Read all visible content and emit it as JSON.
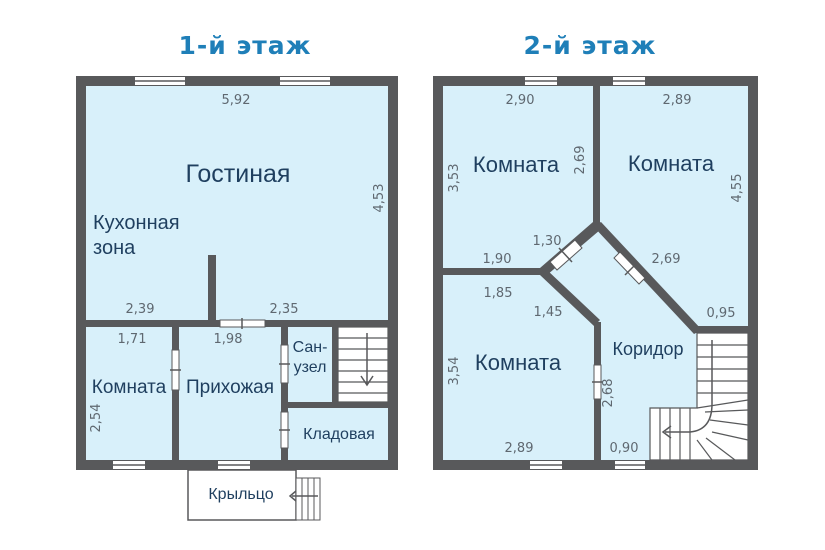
{
  "colors": {
    "wall": "#58595b",
    "floor": "#d8f0fa",
    "title": "#1f7fb8",
    "label": "#1f3f5f"
  },
  "floor1": {
    "title": "1-й этаж",
    "rooms": {
      "living": "Гостиная",
      "kitchen_line1": "Кухонная",
      "kitchen_line2": "зона",
      "room": "Комната",
      "hall": "Прихожая",
      "bath_line1": "Сан-",
      "bath_line2": "узел",
      "storage": "Кладовая",
      "porch": "Крыльцо"
    },
    "dims": {
      "top_width": "5,92",
      "living_height": "4,53",
      "kitchen_bottom": "2,39",
      "living_bottom": "2,35",
      "room_width": "1,71",
      "hall_width": "1,98",
      "room_height": "2,54"
    }
  },
  "floor2": {
    "title": "2-й этаж",
    "rooms": {
      "room_top_left": "Комната",
      "room_top_right": "Комната",
      "room_bottom": "Комната",
      "corridor": "Коридор"
    },
    "dims": {
      "tl_width": "2,90",
      "tl_height": "3,53",
      "tl_right": "2,69",
      "tr_width": "2,89",
      "tr_height": "4,55",
      "diag_130": "1,30",
      "diag_269": "2,69",
      "tl_bottom": "1,90",
      "right_095": "0,95",
      "bl_top": "1,85",
      "bl_diag": "1,45",
      "bl_height": "3,54",
      "bl_right": "2,68",
      "bl_bottom": "2,89",
      "corr_bottom": "0,90"
    }
  }
}
